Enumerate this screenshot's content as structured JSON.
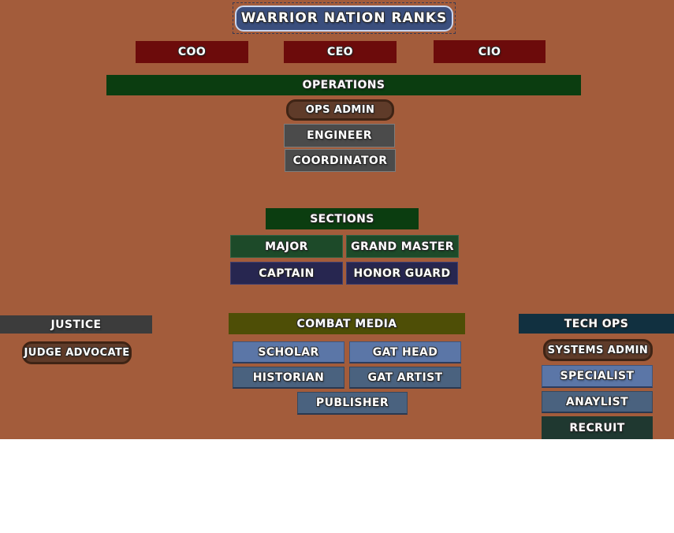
{
  "title": "WARRIOR NATION RANKS",
  "executive": {
    "coo": "COO",
    "ceo": "CEO",
    "cio": "CIO"
  },
  "operations": {
    "header": "OPERATIONS",
    "ops_admin": "OPS ADMIN",
    "engineer": "ENGINEER",
    "coordinator": "COORDINATOR"
  },
  "sections": {
    "header": "SECTIONS",
    "major": "MAJOR",
    "grand_master": "GRAND MASTER",
    "captain": "CAPTAIN",
    "honor_guard": "HONOR GUARD"
  },
  "justice": {
    "header": "JUSTICE",
    "judge_advocate": "JUDGE ADVOCATE"
  },
  "combat_media": {
    "header": "COMBAT MEDIA",
    "scholar": "SCHOLAR",
    "gat_head": "GAT HEAD",
    "historian": "HISTORIAN",
    "gat_artist": "GAT ARTIST",
    "publisher": "PUBLISHER"
  },
  "tech_ops": {
    "header": "TECH OPS",
    "systems_admin": "SYSTEMS ADMIN",
    "specialist": "SPECIALIST",
    "anaylist": "ANAYLIST",
    "recruit": "RECRUIT"
  },
  "colors": {
    "background": "#A35C3B",
    "title_blue": "#3A4E7D",
    "maroon": "#6C0B0B",
    "dark_green": "#0B3D10",
    "mid_green": "#1D4A29",
    "navy": "#272650",
    "gray": "#4B4B4B",
    "dark_gray": "#3C3C3C",
    "olive": "#4E4E06",
    "steel_blue": "#5B76A7",
    "slate_blue": "#4A627F",
    "teal": "#113040",
    "recruit_green": "#1F3830",
    "badge_brown": "#5F3B29"
  }
}
